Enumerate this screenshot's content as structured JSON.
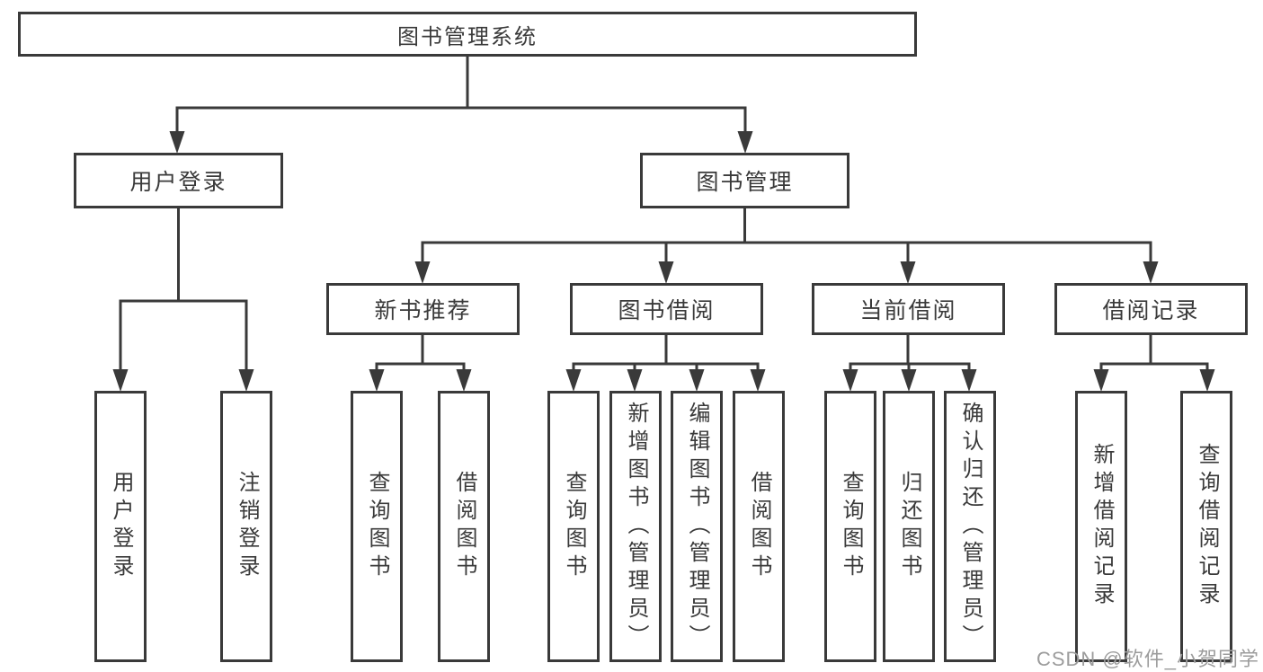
{
  "diagram": {
    "root": "图书管理系统",
    "branches": {
      "userLogin": "用户登录",
      "bookManagement": "图书管理"
    },
    "sections": {
      "newBookRecommend": "新书推荐",
      "bookBorrow": "图书借阅",
      "currentBorrow": "当前借阅",
      "borrowRecord": "借阅记录"
    },
    "leaves": {
      "userLogin": "用户登录",
      "logout": "注销登录",
      "queryBooksRecommend": "查询图书",
      "borrowBooksRecommend": "借阅图书",
      "queryBooksBorrow": "查询图书",
      "addBooksAdmin": "新增图书（管理员）",
      "editBooksAdmin": "编辑图书（管理员）",
      "borrowBooksBorrow": "借阅图书",
      "queryBooksCurrent": "查询图书",
      "returnBooks": "归还图书",
      "confirmReturnAdmin": "确认归还（管理员）",
      "addBorrowRecord": "新增借阅记录",
      "queryBorrowRecord": "查询借阅记录"
    }
  },
  "watermark": "CSDN @软件_小贺同学",
  "colors": {
    "line": "#3a3a3a",
    "text": "#3a3a3a",
    "watermark": "#9c9c9c",
    "background": "#ffffff"
  }
}
